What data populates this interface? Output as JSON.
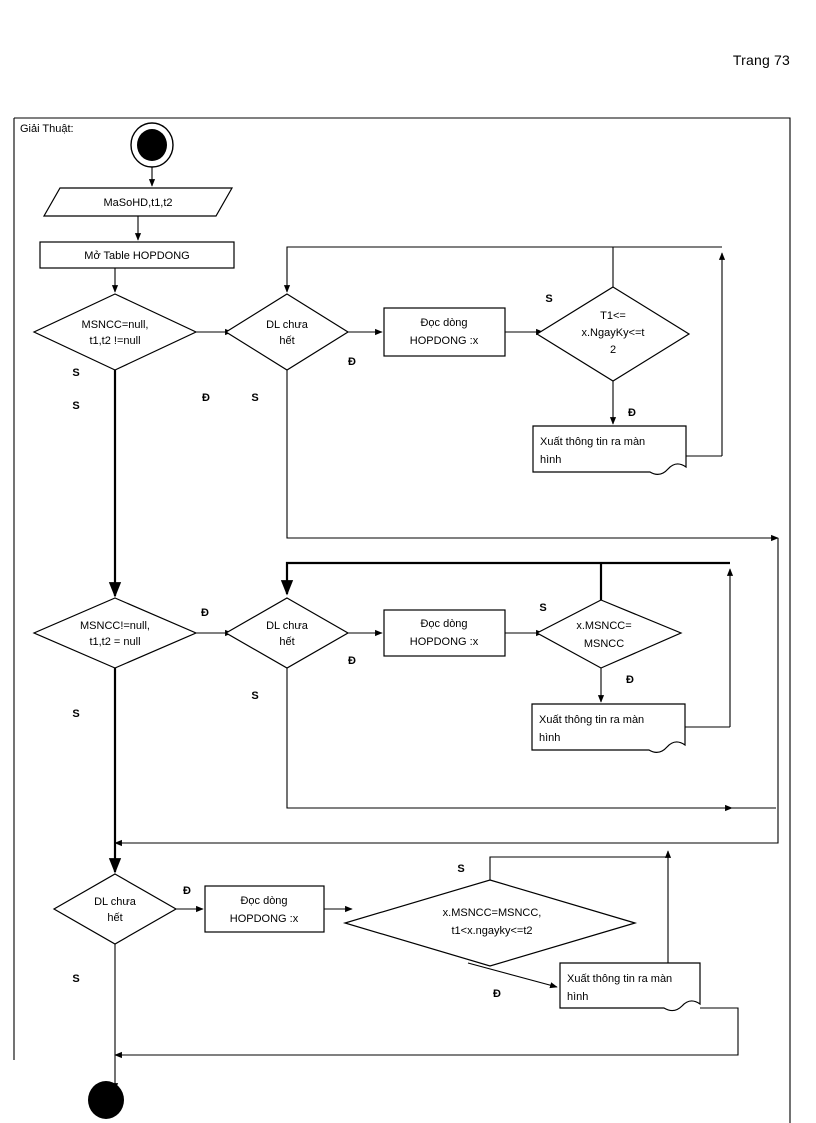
{
  "page": {
    "header_label": "Trang 73",
    "caption": "Giải Thuật:"
  },
  "diagram": {
    "type": "flowchart",
    "title": "Giải Thuật:",
    "nodes": [
      {
        "id": "start",
        "shape": "start-circle",
        "label": ""
      },
      {
        "id": "input",
        "shape": "parallelogram",
        "label": "MaSoHD,t1,t2"
      },
      {
        "id": "open-table",
        "shape": "process",
        "label": "Mở Table HOPDONG"
      },
      {
        "id": "cond1",
        "shape": "decision",
        "label_line1": "MSNCC=null,",
        "label_line2": "t1,t2 !=null"
      },
      {
        "id": "loop1",
        "shape": "decision",
        "label_line1": "DL chưa",
        "label_line2": "hết"
      },
      {
        "id": "read1",
        "shape": "process",
        "label_line1": "Đọc dòng",
        "label_line2": "HOPDONG  :x"
      },
      {
        "id": "check1",
        "shape": "decision",
        "label_line1": "T1<=",
        "label_line2": "x.NgayKy<=t",
        "label_line3": "2"
      },
      {
        "id": "output1",
        "shape": "document",
        "label_line1": "Xuất thông tin ra màn",
        "label_line2": "hình"
      },
      {
        "id": "cond2",
        "shape": "decision",
        "label_line1": "MSNCC!=null,",
        "label_line2": "t1,t2 = null"
      },
      {
        "id": "loop2",
        "shape": "decision",
        "label_line1": "DL chưa",
        "label_line2": "hết"
      },
      {
        "id": "read2",
        "shape": "process",
        "label_line1": "Đọc dòng",
        "label_line2": "HOPDONG  :x"
      },
      {
        "id": "check2",
        "shape": "decision",
        "label_line1": "x.MSNCC=",
        "label_line2": "MSNCC"
      },
      {
        "id": "output2",
        "shape": "document",
        "label_line1": "Xuất thông tin ra màn",
        "label_line2": "hình"
      },
      {
        "id": "loop3",
        "shape": "decision",
        "label_line1": "DL chưa",
        "label_line2": "hết"
      },
      {
        "id": "read3",
        "shape": "process",
        "label_line1": "Đọc dòng",
        "label_line2": "HOPDONG  :x"
      },
      {
        "id": "check3",
        "shape": "decision",
        "label_line1": "x.MSNCC=MSNCC,",
        "label_line2": "t1<x.ngayky<=t2"
      },
      {
        "id": "output3",
        "shape": "document",
        "label_line1": "Xuất thông tin ra màn",
        "label_line2": "hình"
      },
      {
        "id": "end",
        "shape": "end-circle",
        "label": ""
      }
    ],
    "edge_labels": {
      "cond1_false_a": "S",
      "cond1_false_b": "S",
      "cond1_true": "Đ",
      "loop1_true": "Đ",
      "loop1_false": "S",
      "check1_false": "S",
      "check1_true": "Đ",
      "cond2_true": "Đ",
      "cond2_false": "S",
      "loop2_true": "Đ",
      "loop2_false": "S",
      "check2_false": "S",
      "check2_true": "Đ",
      "loop3_true": "Đ",
      "loop3_false": "S",
      "check3_false": "S",
      "check3_true": "Đ"
    },
    "colors": {
      "stroke": "#000000",
      "fill": "#ffffff",
      "terminator": "#000000"
    }
  }
}
